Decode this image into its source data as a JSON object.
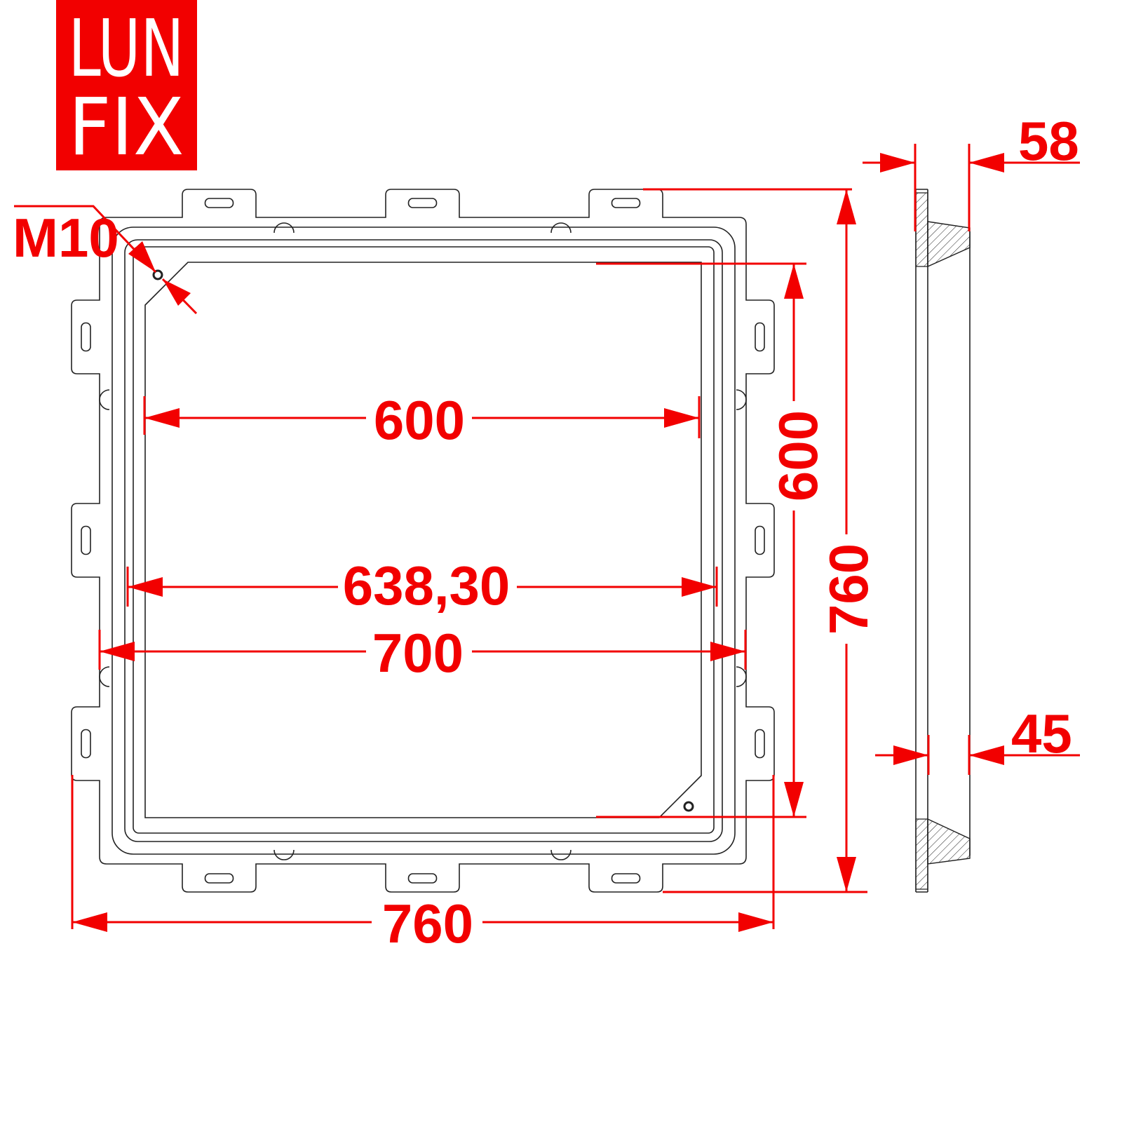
{
  "logo": {
    "line1": "LUN",
    "line2": "FIX",
    "color": "#f20000"
  },
  "dimensions": {
    "thread": "M10",
    "inner_width": "600",
    "inner_height": "600",
    "mid_width": "638,30",
    "frame_width": "700",
    "outer_width": "760",
    "outer_height": "760",
    "depth_top": "58",
    "depth_bottom": "45"
  },
  "colors": {
    "dimension": "#f20000",
    "outline": "#222222"
  }
}
